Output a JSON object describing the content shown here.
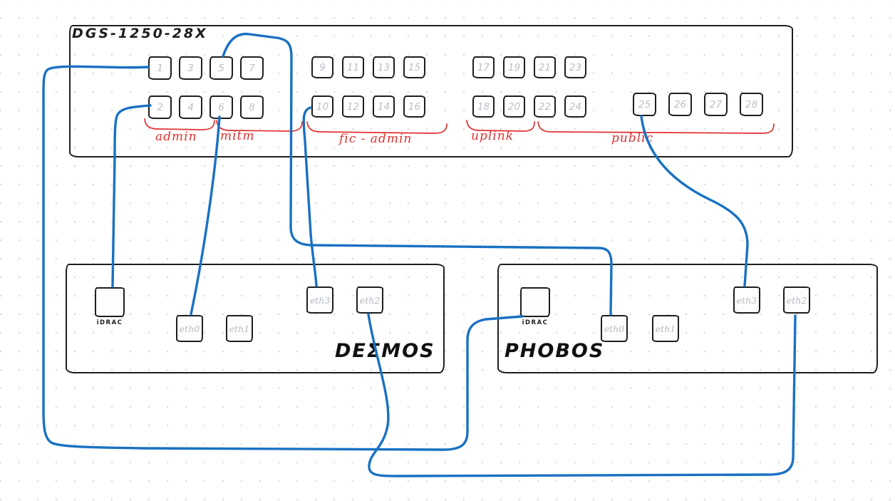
{
  "switch": {
    "title": "DGS-1250-28X",
    "ports_top": [
      "1",
      "3",
      "5",
      "7",
      "9",
      "11",
      "13",
      "15",
      "17",
      "19",
      "21",
      "23"
    ],
    "ports_bottom": [
      "2",
      "4",
      "6",
      "8",
      "10",
      "12",
      "14",
      "16",
      "18",
      "20",
      "22",
      "24"
    ],
    "ports_right": [
      "25",
      "26",
      "27",
      "28"
    ],
    "groups": [
      "admin",
      "mitm",
      "fic - admin",
      "uplink",
      "public"
    ]
  },
  "servers": [
    {
      "name": "DEΣMOS",
      "ports": {
        "idrac": "iDRAC",
        "eth0": "eth0",
        "eth1": "eth1",
        "eth3": "eth3",
        "eth2": "eth2"
      }
    },
    {
      "name": "PHOBOS",
      "ports": {
        "idrac": "iDRAC",
        "eth0": "eth0",
        "eth1": "eth1",
        "eth3": "eth3",
        "eth2": "eth2"
      }
    }
  ],
  "connections": [
    {
      "from": "switch-port-1",
      "to": "PHOBOS iDRAC"
    },
    {
      "from": "switch-port-2",
      "to": "DEΣMOS iDRAC"
    },
    {
      "from": "switch-port-5",
      "to": "PHOBOS eth0"
    },
    {
      "from": "switch-port-6",
      "to": "DEΣMOS eth0"
    },
    {
      "from": "switch-port-10",
      "to": "DEΣMOS eth3"
    },
    {
      "from": "switch-port-25",
      "to": "PHOBOS eth3"
    },
    {
      "from": "DEΣMOS eth2",
      "to": "PHOBOS eth2"
    }
  ],
  "colors": {
    "cable": "#1971c2",
    "annotation": "#e03131",
    "ink": "#1e1e1e",
    "port_number": "#b9bfc7"
  }
}
